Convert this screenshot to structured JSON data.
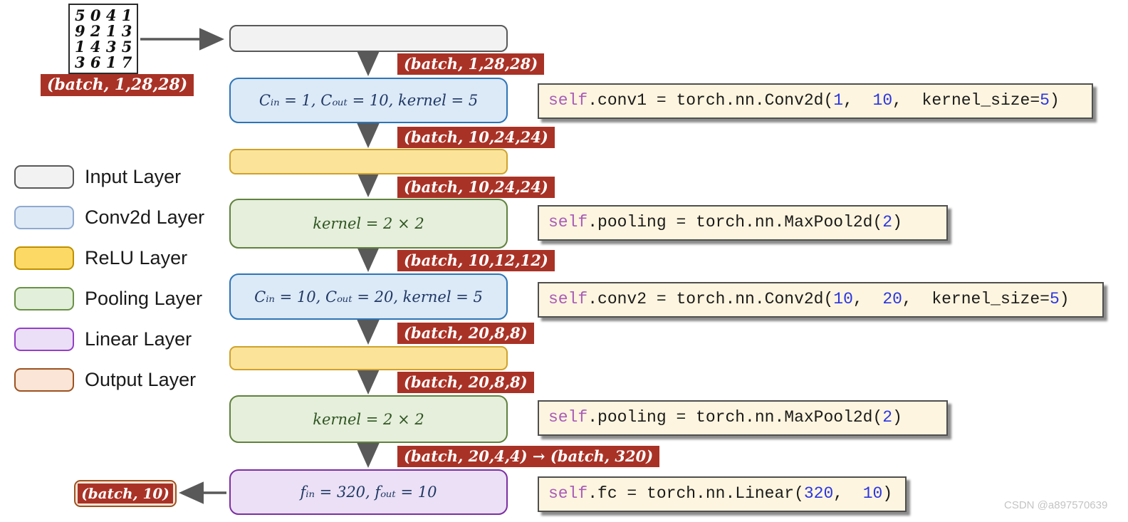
{
  "mnist": {
    "rows": [
      "5 0 4 1",
      "9 2 1 3",
      "1 4 3 5",
      "3 6 1 7"
    ],
    "label": "(batch, 1,28,28)"
  },
  "colors": {
    "shape_label_bg": "#A93226",
    "arrow": "#595959",
    "code_bg": "#FDF5DF",
    "code_keyword": "#A95CB8",
    "code_number": "#2B35E0"
  },
  "legend": {
    "items": [
      {
        "label": "Input Layer",
        "fill": "#F2F2F2",
        "border": "#595959"
      },
      {
        "label": "Conv2d Layer",
        "fill": "#DEEAF6",
        "border": "#8FAAD0"
      },
      {
        "label": "ReLU Layer",
        "fill": "#FCD964",
        "border": "#BF9000"
      },
      {
        "label": "Pooling Layer",
        "fill": "#E2EFDA",
        "border": "#6A9147"
      },
      {
        "label": "Linear Layer",
        "fill": "#EBDFF7",
        "border": "#9340C6"
      },
      {
        "label": "Output Layer",
        "fill": "#FBE5D6",
        "border": "#9C5221"
      }
    ]
  },
  "flow": {
    "nodes": [
      {
        "name": "input-layer",
        "type": "input",
        "text": "",
        "fill": "#F2F2F2",
        "border": "#595959",
        "text_color": "#1a1a1a"
      },
      {
        "name": "conv1-layer",
        "type": "conv2d",
        "text": "Cᵢₙ = 1, Cₒᵤₜ = 10, kernel = 5",
        "fill": "#DCE9F7",
        "border": "#2E75B6",
        "text_color": "#1F3864"
      },
      {
        "name": "relu1-layer",
        "type": "relu",
        "text": "",
        "fill": "#FBE499",
        "border": "#CFA22B",
        "text_color": "#7F6000"
      },
      {
        "name": "pooling1-layer",
        "type": "pool",
        "text": "kernel = 2 × 2",
        "fill": "#E6EFDB",
        "border": "#60823E",
        "text_color": "#2E5522"
      },
      {
        "name": "conv2-layer",
        "type": "conv2d",
        "text": "Cᵢₙ = 10, Cₒᵤₜ = 20, kernel = 5",
        "fill": "#DCE9F7",
        "border": "#2E75B6",
        "text_color": "#1F3864"
      },
      {
        "name": "relu2-layer",
        "type": "relu",
        "text": "",
        "fill": "#FBE499",
        "border": "#CFA22B",
        "text_color": "#7F6000"
      },
      {
        "name": "pooling2-layer",
        "type": "pool",
        "text": "kernel = 2 × 2",
        "fill": "#E6EFDB",
        "border": "#60823E",
        "text_color": "#2E5522"
      },
      {
        "name": "linear-layer",
        "type": "linear",
        "text": "fᵢₙ = 320, fₒᵤₜ = 10",
        "fill": "#EBE0F5",
        "border": "#7D2FA3",
        "text_color": "#1F3864"
      }
    ],
    "shape_labels": [
      "(batch, 1,28,28)",
      "(batch, 10,24,24)",
      "(batch, 10,24,24)",
      "(batch, 10,12,12)",
      "(batch, 20,8,8)",
      "(batch, 20,8,8)",
      "(batch, 20,4,4) → (batch, 320)"
    ]
  },
  "output": {
    "label": "(batch, 10)"
  },
  "code_boxes": [
    {
      "name": "code-conv1",
      "tokens": [
        {
          "t": "self",
          "c": "kw"
        },
        {
          "t": ".conv1 = torch.nn.Conv2d(",
          "c": "pl"
        },
        {
          "t": "1",
          "c": "num"
        },
        {
          "t": ",  ",
          "c": "pl"
        },
        {
          "t": "10",
          "c": "num"
        },
        {
          "t": ",  kernel_size=",
          "c": "pl"
        },
        {
          "t": "5",
          "c": "num"
        },
        {
          "t": ")",
          "c": "pl"
        }
      ]
    },
    {
      "name": "code-pooling1",
      "tokens": [
        {
          "t": "self",
          "c": "kw"
        },
        {
          "t": ".pooling = torch.nn.MaxPool2d(",
          "c": "pl"
        },
        {
          "t": "2",
          "c": "num"
        },
        {
          "t": ")",
          "c": "pl"
        }
      ]
    },
    {
      "name": "code-conv2",
      "tokens": [
        {
          "t": "self",
          "c": "kw"
        },
        {
          "t": ".conv2 = torch.nn.Conv2d(",
          "c": "pl"
        },
        {
          "t": "10",
          "c": "num"
        },
        {
          "t": ",  ",
          "c": "pl"
        },
        {
          "t": "20",
          "c": "num"
        },
        {
          "t": ",  kernel_size=",
          "c": "pl"
        },
        {
          "t": "5",
          "c": "num"
        },
        {
          "t": ")",
          "c": "pl"
        }
      ]
    },
    {
      "name": "code-pooling2",
      "tokens": [
        {
          "t": "self",
          "c": "kw"
        },
        {
          "t": ".pooling = torch.nn.MaxPool2d(",
          "c": "pl"
        },
        {
          "t": "2",
          "c": "num"
        },
        {
          "t": ")",
          "c": "pl"
        }
      ]
    },
    {
      "name": "code-fc",
      "tokens": [
        {
          "t": "self",
          "c": "kw"
        },
        {
          "t": ".fc = torch.nn.Linear(",
          "c": "pl"
        },
        {
          "t": "320",
          "c": "num"
        },
        {
          "t": ",  ",
          "c": "pl"
        },
        {
          "t": "10",
          "c": "num"
        },
        {
          "t": ")",
          "c": "pl"
        }
      ]
    }
  ],
  "watermark": "CSDN @a897570639"
}
